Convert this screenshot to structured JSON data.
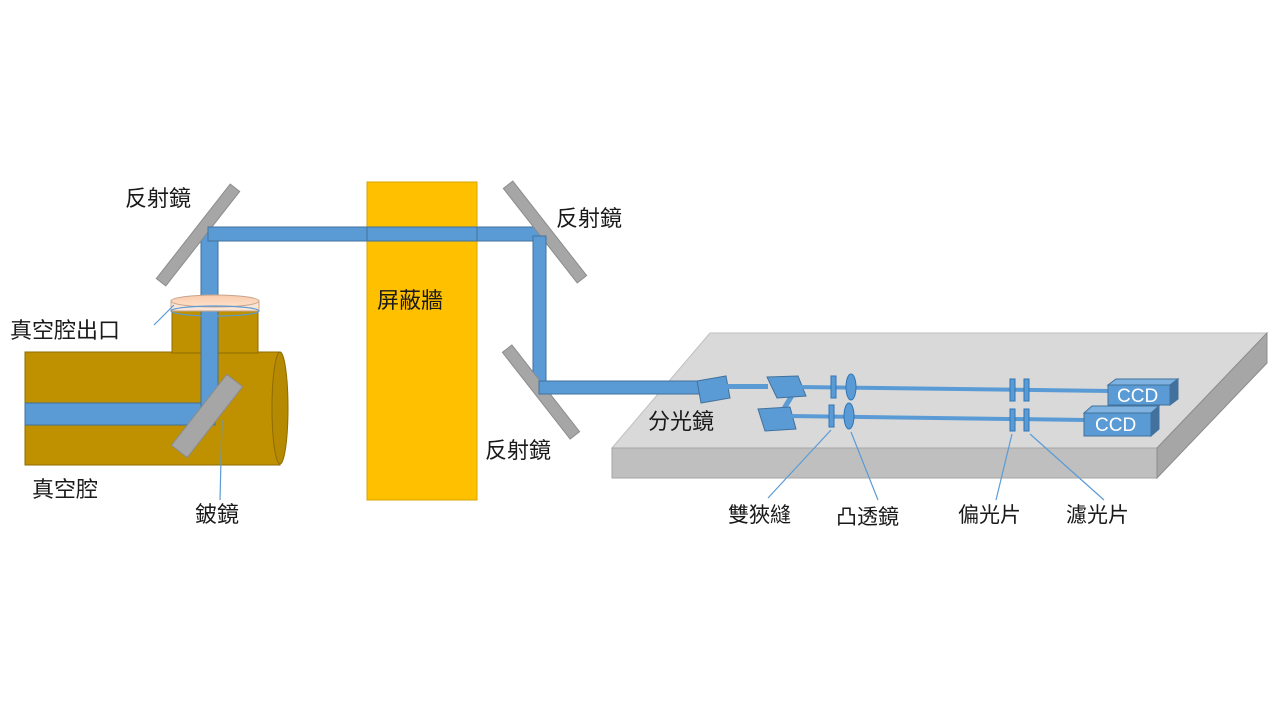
{
  "labels": {
    "mirror_top_left": "反射鏡",
    "mirror_top_right": "反射鏡",
    "mirror_bottom": "反射鏡",
    "shield_wall": "屏蔽牆",
    "chamber_exit": "真空腔出口",
    "chamber": "真空腔",
    "coated_mirror": "鈹鏡",
    "beam_splitter": "分光鏡",
    "double_slit": "雙狹縫",
    "convex_lens": "凸透鏡",
    "polarizer": "偏光片",
    "filter": "濾光片",
    "ccd_top": "CCD",
    "ccd_bottom": "CCD"
  },
  "colors": {
    "beam": "#5b9bd5",
    "beam_stroke": "#41719c",
    "chamber": "#bf9000",
    "shield_wall": "#ffc000",
    "mirror": "#a6a6a6",
    "table_top": "#d9d9d9",
    "table_side": "#bfbfbf"
  }
}
